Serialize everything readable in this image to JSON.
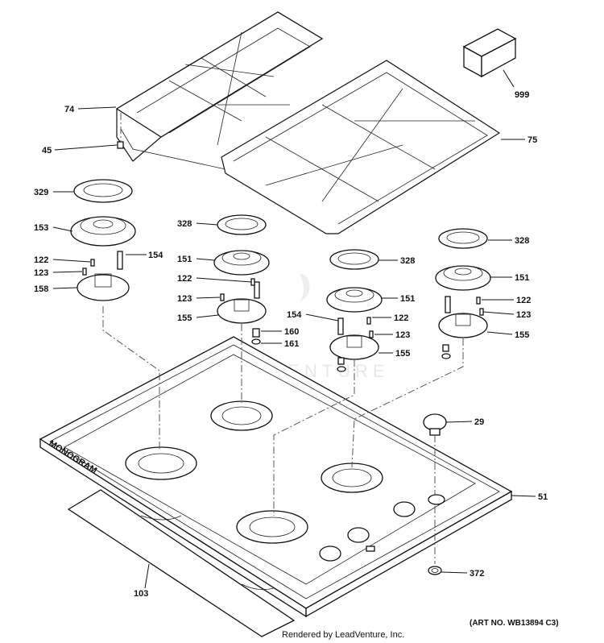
{
  "callouts": {
    "c74": "74",
    "c45": "45",
    "c999": "999",
    "c75": "75",
    "c329": "329",
    "c153": "153",
    "c154a": "154",
    "c122a": "122",
    "c123a": "123",
    "c158": "158",
    "c328a": "328",
    "c151a": "151",
    "c122b": "122",
    "c123b": "123",
    "c155a": "155",
    "c160": "160",
    "c161": "161",
    "c328b": "328",
    "c151b": "151",
    "c154b": "154",
    "c122c": "122",
    "c123c": "123",
    "c155b": "155",
    "c328c": "328",
    "c151c": "151",
    "c122d": "122",
    "c123d": "123",
    "c155c": "155",
    "c29": "29",
    "c51": "51",
    "c103": "103",
    "c372": "372"
  },
  "cooktop_brand": "MONOGRAM",
  "watermark": "LEADVENTURE",
  "footer": {
    "credit": "Rendered by LeadVenture, Inc.",
    "art_no": "(ART NO. WB13894 C3)"
  }
}
